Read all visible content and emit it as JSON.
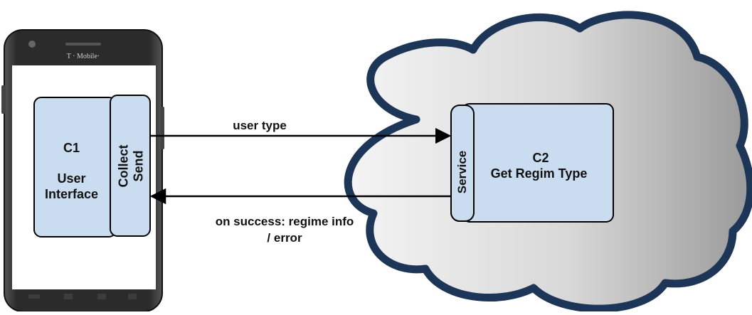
{
  "phone": {
    "carrier": "T · Mobile·"
  },
  "client": {
    "id": "C1",
    "name_line1": "User",
    "name_line2": "Interface",
    "collect_label": "Collect",
    "send_label": "Send"
  },
  "server": {
    "id": "C2",
    "name": "Get Regim Type",
    "service_label": "Service"
  },
  "arrows": {
    "request_label": "user type",
    "response_line1": "on success: regime info",
    "response_line2": "/ error"
  },
  "colors": {
    "box_fill": "#c9dcf0",
    "cloud_outline": "#1d3557",
    "phone_body": "#2a2a2a"
  }
}
